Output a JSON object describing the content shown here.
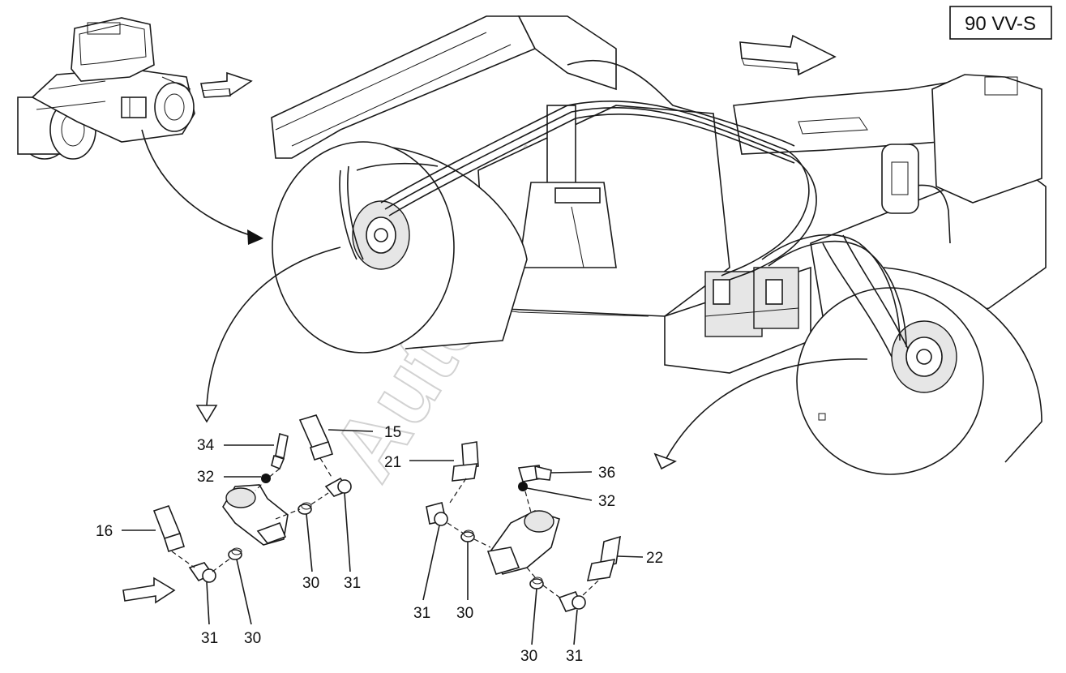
{
  "model_label": "90 VV-S",
  "watermark": "AutoSoft",
  "callouts": {
    "c34": "34",
    "c15": "15",
    "c32a": "32",
    "c21": "21",
    "c36": "36",
    "c32b": "32",
    "c16": "16",
    "c22": "22",
    "c30a": "30",
    "c31a": "31",
    "c31b": "31",
    "c30b": "30",
    "c31c": "31",
    "c30c": "30",
    "c30d": "30",
    "c31d": "31"
  }
}
